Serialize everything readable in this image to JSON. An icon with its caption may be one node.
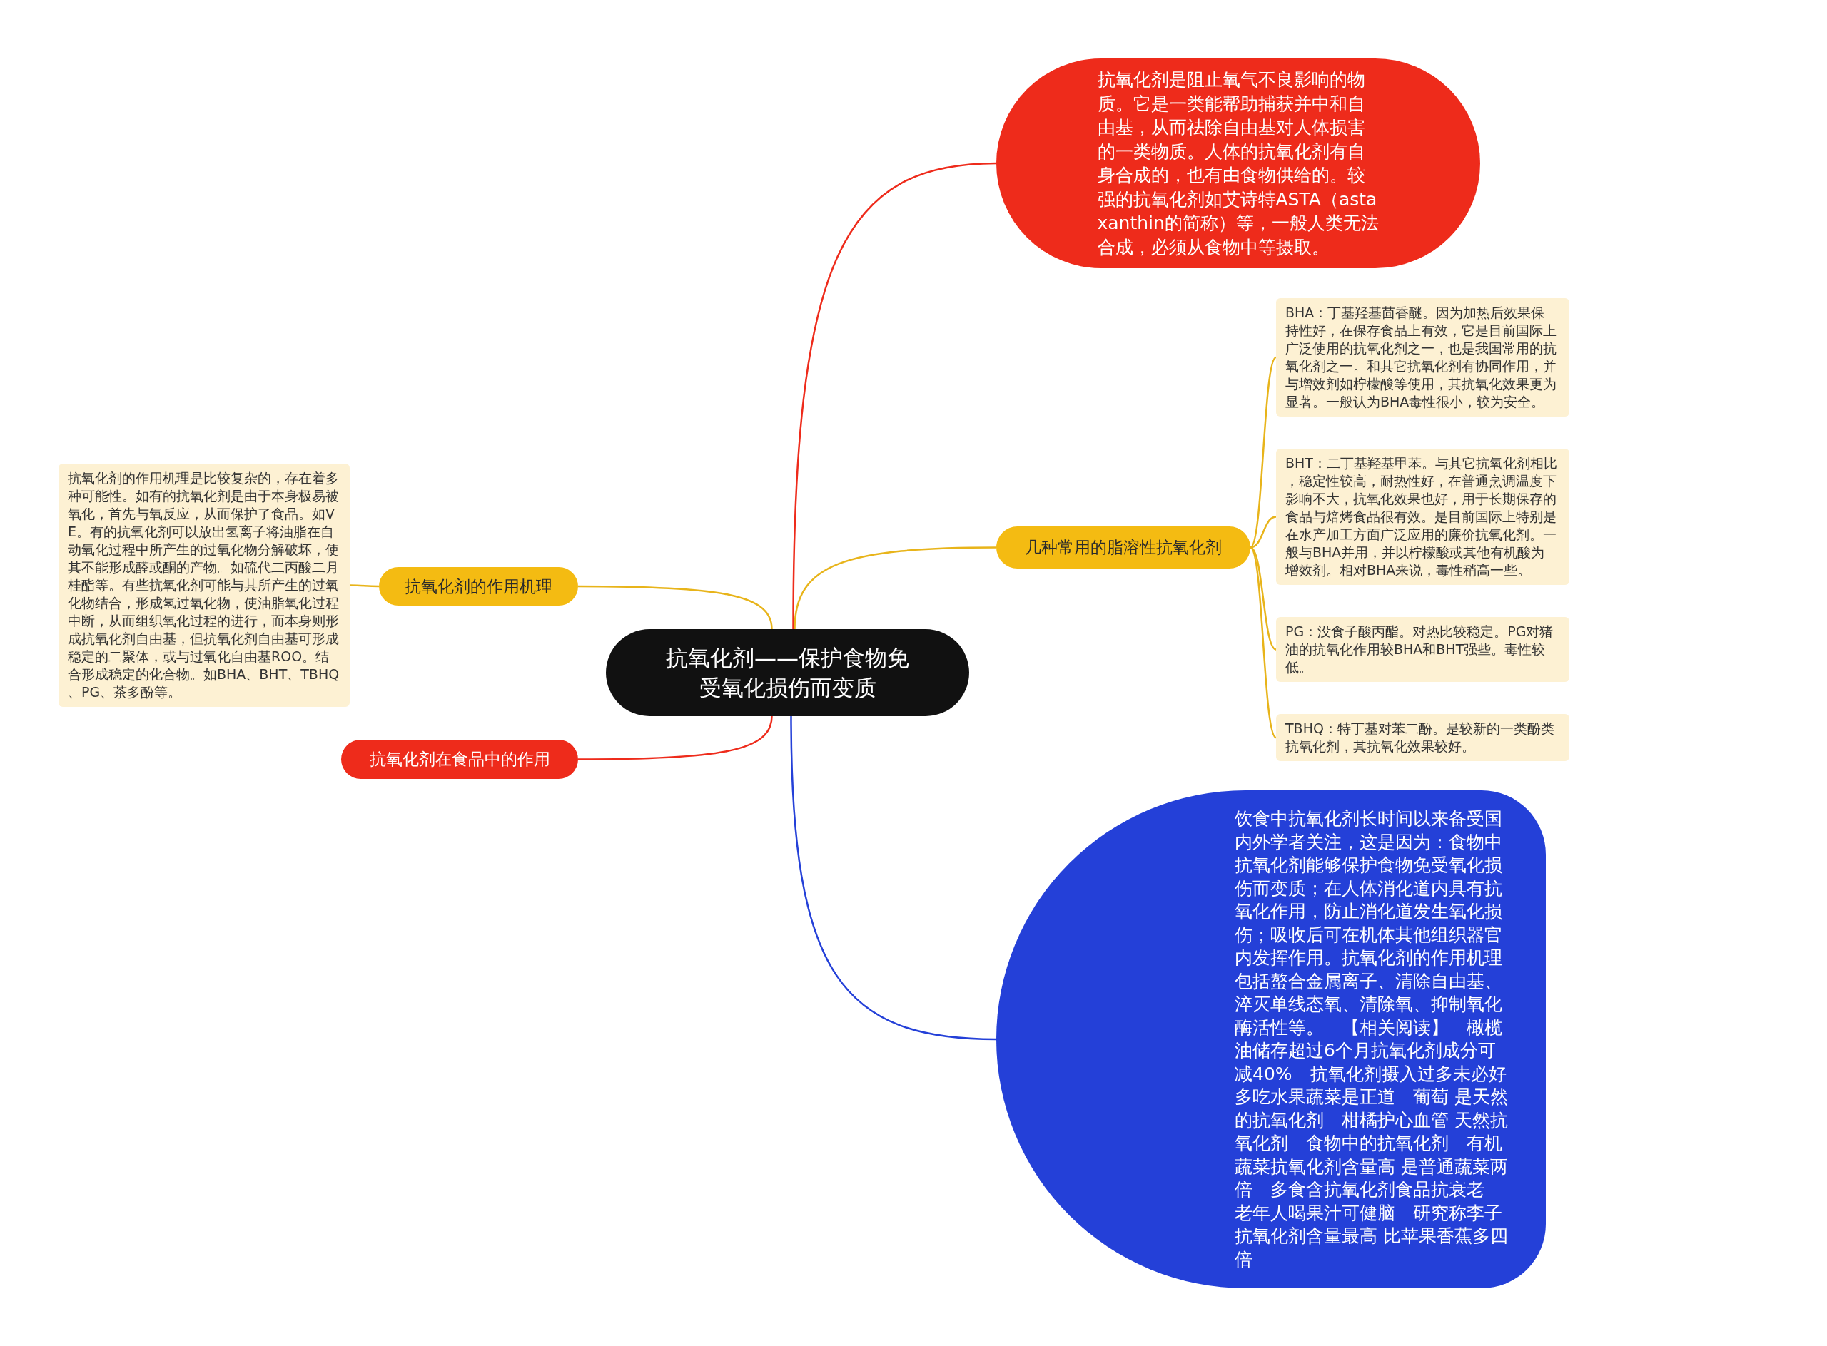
{
  "diagram": {
    "nodes": [
      {
        "text": [
          "抗氧化剂——保护食物免受氧化损伤而变质"
        ]
      },
      {
        "text": [
          "抗氧化剂是阻止氧气不良影响的物质。它是一类能帮助捕获并中和自由基，从而祛除自由基对人体损害的一类物质。人体的抗氧化剂有自身合成的，也有由食物供给的。较强的抗氧化剂如艾诗特ASTA（astaxanthin的简称）等，一般人类无法合成，必须从食物中等摄取。"
        ]
      },
      {
        "text": [
          "几种常用的脂溶性抗氧化剂"
        ]
      },
      {
        "text": [
          "BHA：丁基羟基茴香醚。因为加热后效果保持性好，在保存食品上有效，它是目前国际上广泛使用的抗氧化剂之一，也是我国常用的抗氧化剂之一。和其它抗氧化剂有协同作用，并与增效剂如柠檬酸等使用，其抗氧化效果更为显著。一般认为BHA毒性很小，较为安全。"
        ]
      },
      {
        "text": [
          "BHT：二丁基羟基甲苯。与其它抗氧化剂相比，稳定性较高，耐热性好，在普通烹调温度下影响不大，抗氧化效果也好，用于长期保存的食品与焙烤食品很有效。是目前国际上特别是在水产加工方面广泛应用的廉价抗氧化剂。一般与BHA并用，并以柠檬酸或其他有机酸为增效剂。相对BHA来说，毒性稍高一些。"
        ]
      },
      {
        "text": [
          "PG：没食子酸丙酯。对热比较稳定。PG对猪油的抗氧化作用较BHA和BHT强些。毒性较低。"
        ]
      },
      {
        "text": [
          "TBHQ：特丁基对苯二酚。是较新的一类酚类抗氧化剂，其抗氧化效果较好。"
        ]
      },
      {
        "text": [
          "饮食中抗氧化剂长时间以来备受国内外学者关注，这是因为：食物中抗氧化剂能够保护食物免受氧化损伤而变质；在人体消化道内具有抗氧化作用，防止消化道发生氧化损伤；吸收后可在机体其他组织器官内发挥作用。抗氧化剂的作用机理包括螯合金属离子、清除自由基、淬灭单线态氧、清除氧、抑制氧化酶活性等。　【相关阅读】　橄榄油储存超过6个月抗氧化剂成分可减40%　抗氧化剂摄入过多未必好多吃水果蔬菜是正道　葡萄 是天然的抗氧化剂　柑橘护心血管 天然抗氧化剂　食物中的抗氧化剂　有机蔬菜抗氧化剂含量高 是普通蔬菜两倍　多食含抗氧化剂食品抗衰老老年人喝果汁可健脑　研究称李子抗氧化剂含量最高 比苹果香蕉多四倍"
        ]
      },
      {
        "text": [
          "抗氧化剂的作用机理"
        ]
      },
      {
        "text": [
          "抗氧化剂的作用机理是比较复杂的，存在着多种可能性。如有的抗氧化剂是由于本身极易被氧化，首先与氧反应，从而保护了食品。如VE。有的抗氧化剂可以放出氢离子将油脂在自动氧化过程中所产生的过氧化物分解破坏，使其不能形成醛或酮的产物。如硫代二丙酸二月桂酯等。有些抗氧化剂可能与其所产生的过氧化物结合，形成氢过氧化物，使油脂氧化过程中断，从而组织氧化过程的进行，而本身则形成抗氧化剂自由基，但抗氧化剂自由基可形成稳定的二聚体，或与过氧化自由基ROO。结合形成稳定的化合物。如BHA、BHT、TBHQ、PG、茶多酚等。"
        ]
      },
      {
        "text": [
          "抗氧化剂在食品中的作用"
        ]
      }
    ],
    "edges": [
      {
        "from": 0,
        "to": 1,
        "arrow": "none",
        "color": "#ee2b1b"
      },
      {
        "from": 0,
        "to": 2,
        "arrow": "none"
      },
      {
        "from": 2,
        "to": 3,
        "arrow": "none"
      },
      {
        "from": 2,
        "to": 4,
        "arrow": "none"
      },
      {
        "from": 2,
        "to": 5,
        "arrow": "none"
      },
      {
        "from": 2,
        "to": 6,
        "arrow": "none"
      },
      {
        "from": 0,
        "to": 7,
        "arrow": "none",
        "color": "#2440d8"
      },
      {
        "from": 0,
        "to": 8,
        "arrow": "none"
      },
      {
        "from": 8,
        "to": 9,
        "arrow": "none"
      },
      {
        "from": 0,
        "to": 10,
        "arrow": "none",
        "color": "#ee2b1b"
      }
    ]
  }
}
